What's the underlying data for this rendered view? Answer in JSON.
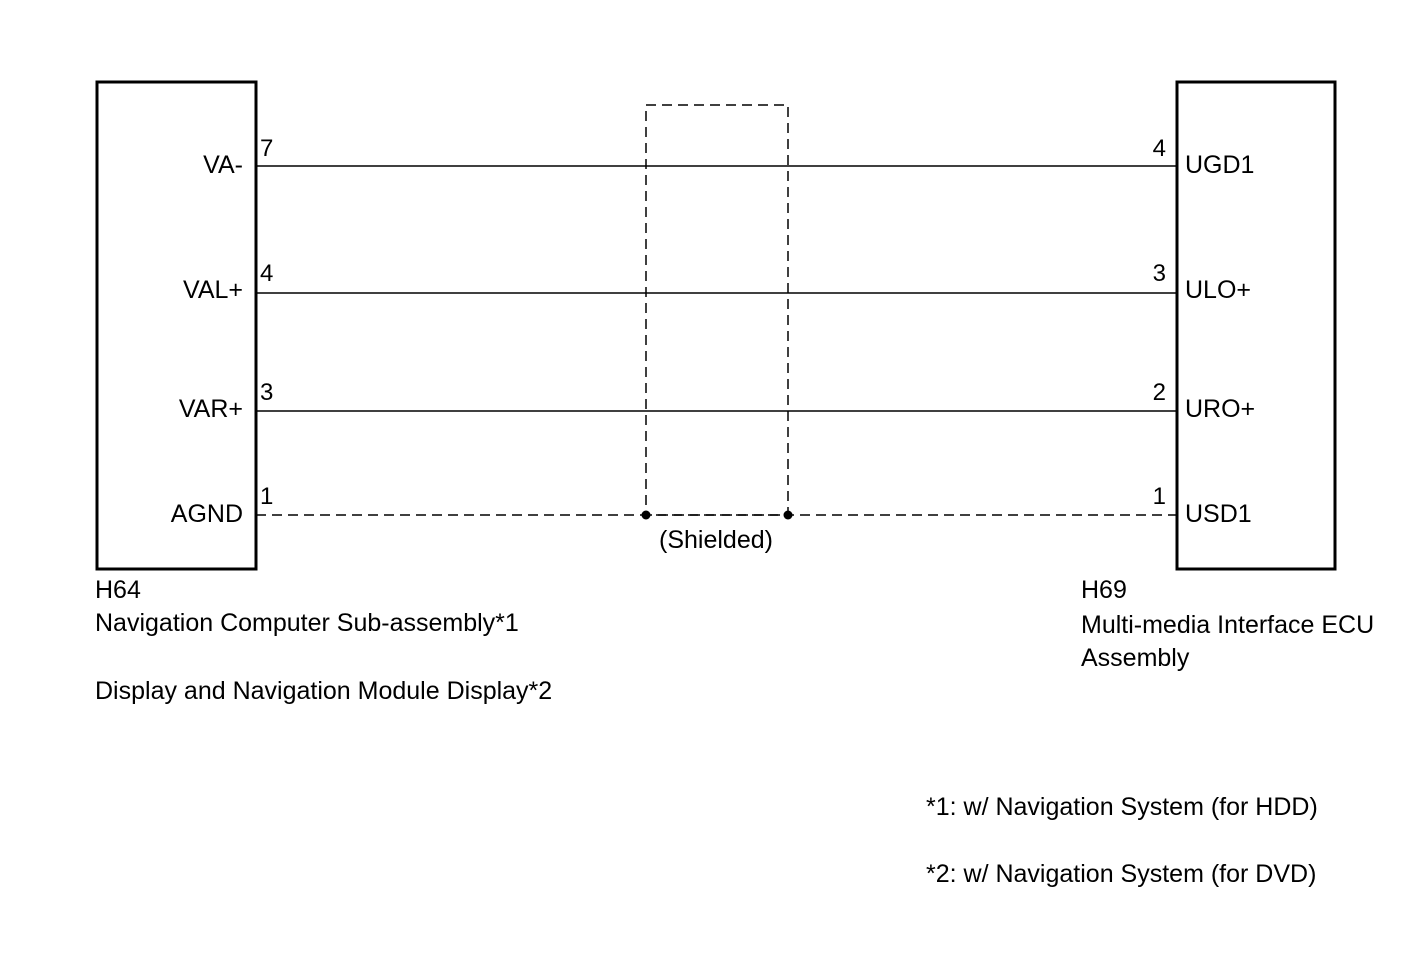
{
  "left_connector": {
    "code": "H64",
    "name_1": "Navigation Computer Sub-assembly*1",
    "name_2": "Display and Navigation Module Display*2",
    "signals": [
      {
        "label": "VA-",
        "pin": "7"
      },
      {
        "label": "VAL+",
        "pin": "4"
      },
      {
        "label": "VAR+",
        "pin": "3"
      },
      {
        "label": "AGND",
        "pin": "1"
      }
    ]
  },
  "right_connector": {
    "code": "H69",
    "name_line_1": "Multi-media Interface ECU",
    "name_line_2": "Assembly",
    "signals": [
      {
        "label": "UGD1",
        "pin": "4"
      },
      {
        "label": "ULO+",
        "pin": "3"
      },
      {
        "label": "URO+",
        "pin": "2"
      },
      {
        "label": "USD1",
        "pin": "1"
      }
    ]
  },
  "shield": {
    "label": "(Shielded)"
  },
  "notes": [
    "*1: w/ Navigation System (for HDD)",
    "*2: w/ Navigation System (for DVD)"
  ]
}
